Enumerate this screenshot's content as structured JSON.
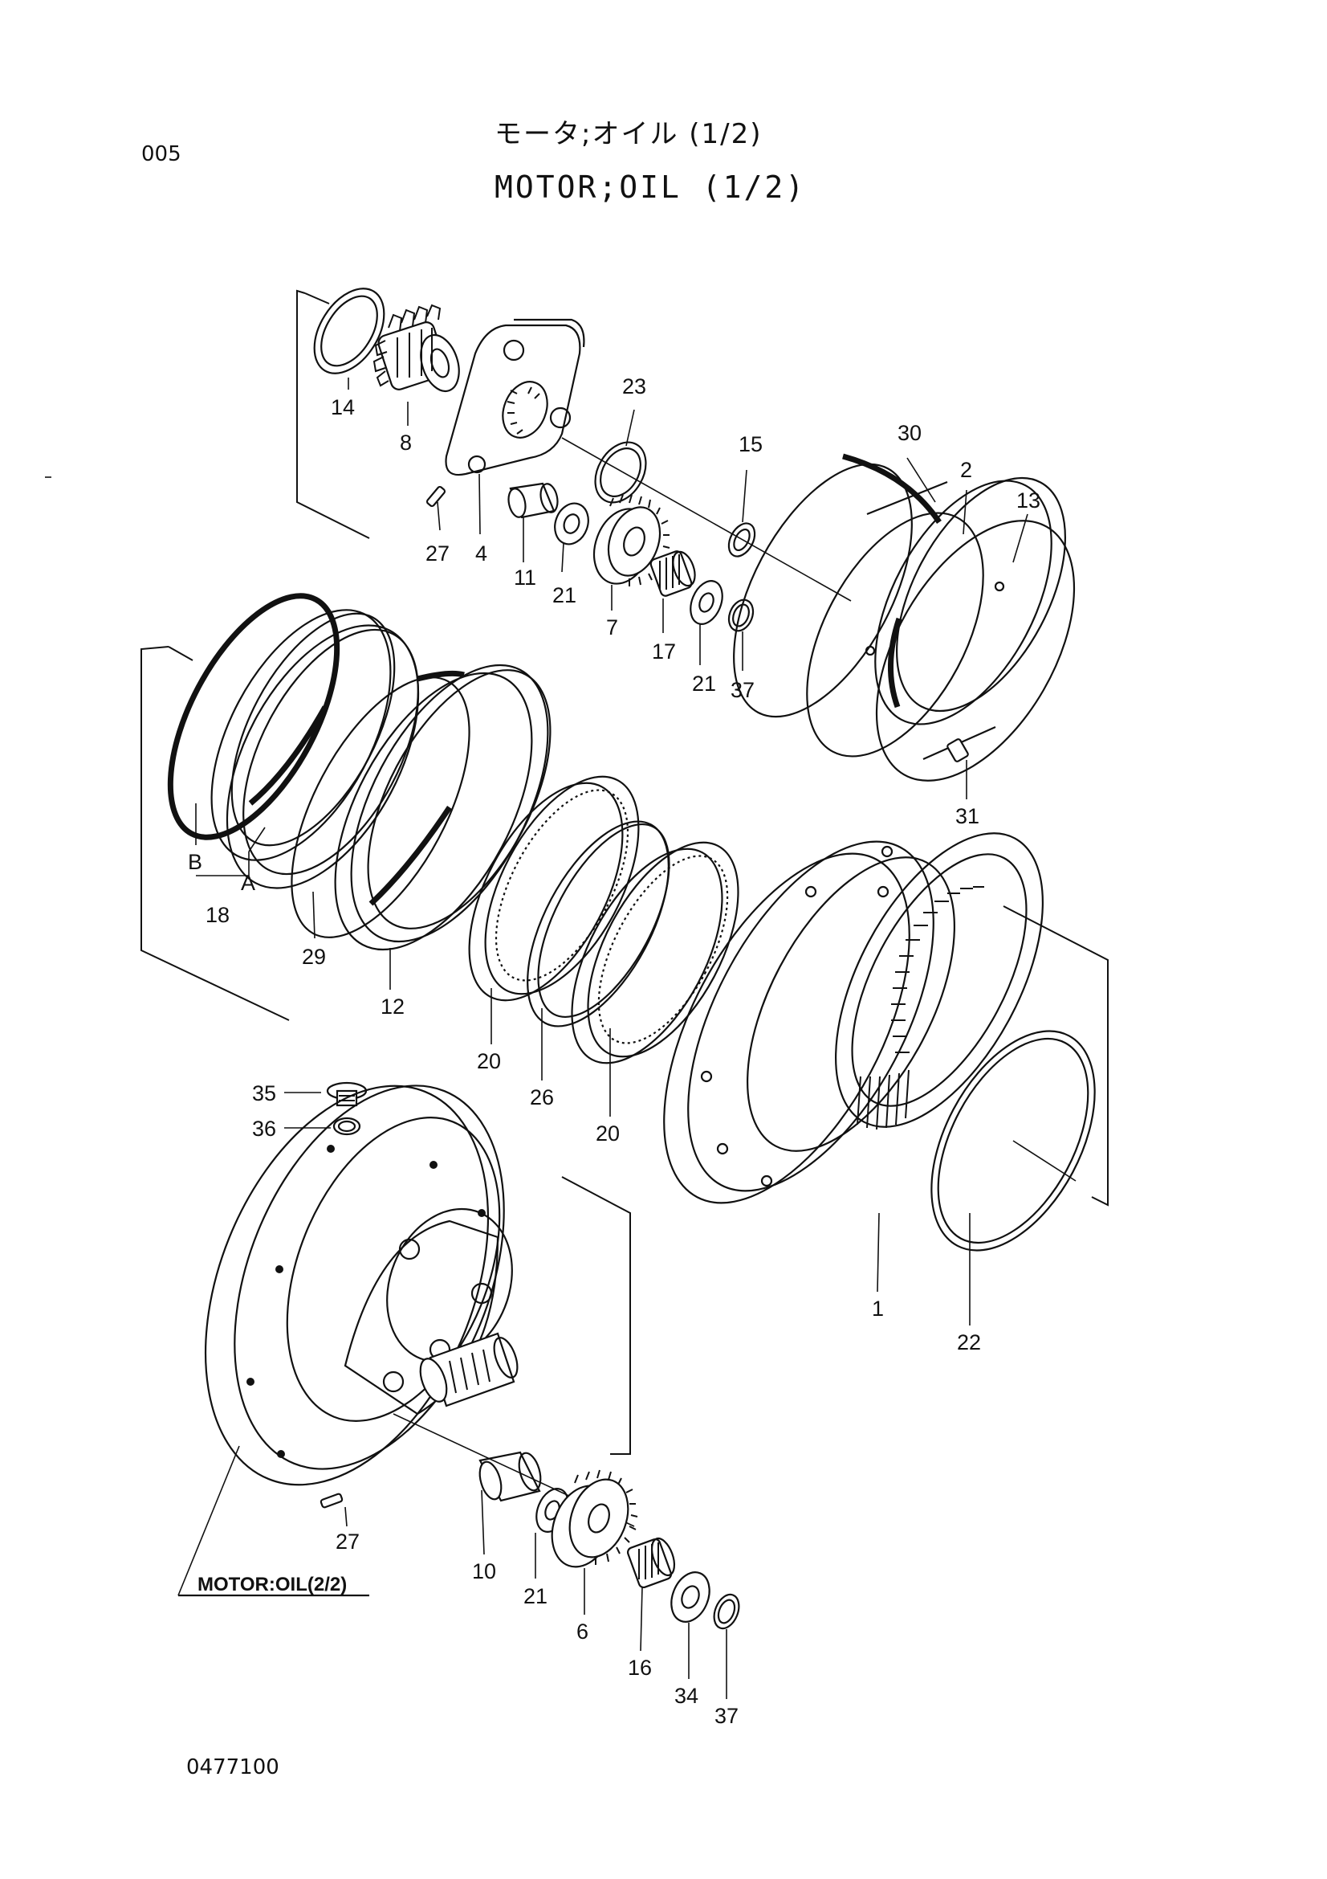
{
  "page": {
    "code": "005",
    "title_jp": "モータ;オイル (1/2)",
    "title_en": "MOTOR;OIL (1/2)",
    "drawing_no": "0477100"
  },
  "reference": {
    "label": "MOTOR:OIL(2/2)"
  },
  "parts": {
    "p1": "1",
    "p2": "2",
    "p4": "4",
    "p6": "6",
    "p7": "7",
    "p8": "8",
    "p10": "10",
    "p11": "11",
    "p12": "12",
    "p13": "13",
    "p14": "14",
    "p15": "15",
    "p16": "16",
    "p17": "17",
    "p18": "18",
    "p20a": "20",
    "p20b": "20",
    "p21a": "21",
    "p21b": "21",
    "p21c": "21",
    "p22": "22",
    "p23": "23",
    "p26": "26",
    "p27a": "27",
    "p27b": "27",
    "p29": "29",
    "p30": "30",
    "p31": "31",
    "p34": "34",
    "p35": "35",
    "p36": "36",
    "p37a": "37",
    "p37b": "37",
    "subA": "A",
    "subB": "B"
  }
}
